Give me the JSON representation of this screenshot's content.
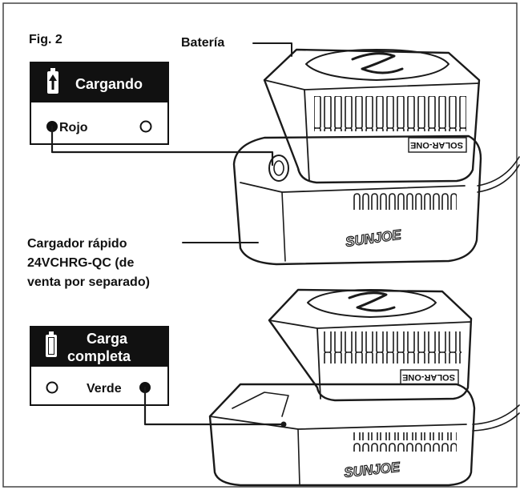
{
  "figure": {
    "label": "Fig. 2",
    "battery_label": "Batería",
    "charger_label": {
      "line1": "Cargador rápido",
      "line2": "24VCHRG-QC (de",
      "line3": "venta por separado)"
    },
    "status_charging": {
      "title": "Cargando",
      "led_text": "Rojo",
      "led_color": "red"
    },
    "status_complete": {
      "title_line1": "Carga",
      "title_line2": "completa",
      "led_text": "Verde",
      "led_color": "green"
    },
    "battery_brand": "SOLAR-ONE",
    "charger_brand": "SUNJOE"
  },
  "colors": {
    "ink": "#1a1a1a",
    "header_bg": "#111111",
    "header_text": "#ffffff",
    "background": "#ffffff"
  }
}
